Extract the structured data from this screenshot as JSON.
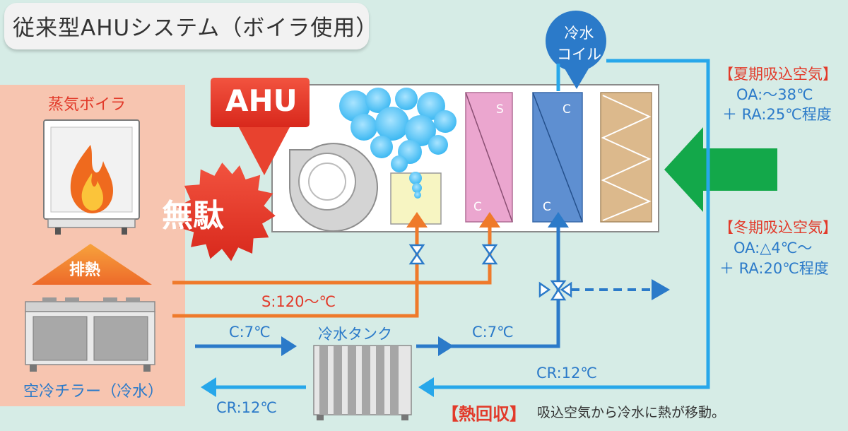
{
  "title": "従来型AHUシステム（ボイラ使用）",
  "boiler": {
    "label": "蒸気ボイラ"
  },
  "chiller": {
    "label": "空冷チラー（冷水）"
  },
  "ahu": {
    "label": "AHU"
  },
  "waste": {
    "label": "無駄"
  },
  "exhaust_heat": {
    "label": "排熱"
  },
  "coil": {
    "line1": "冷水",
    "line2": "コイル"
  },
  "coil_letters": {
    "s_top": "S",
    "c_pink": "C",
    "c_blue_top": "C",
    "c_blue_bottom": "C"
  },
  "summer": {
    "heading": "【夏期吸込空気】",
    "line1": "OA:～38℃",
    "line2": "＋ RA:25℃程度"
  },
  "winter": {
    "heading": "【冬期吸込空気】",
    "line1": "OA:△4℃～",
    "line2": "＋ RA:20℃程度"
  },
  "steam": {
    "temp": "S:120～℃"
  },
  "chilled_water": {
    "supply_left": "C:7℃",
    "supply_right": "C:7℃",
    "return_right": "CR:12℃",
    "return_left": "CR:12℃",
    "tank_label": "冷水タンク"
  },
  "heat_recovery": {
    "heading": "【熱回収】",
    "description": "吸込空気から冷水に熱が移動。"
  },
  "colors": {
    "steam_orange": "#ef7a2b",
    "chilled_blue": "#2b7ac9",
    "return_cyan": "#27a7ea",
    "alert_red": "#e23a2a",
    "green_arrow": "#13a84a"
  }
}
